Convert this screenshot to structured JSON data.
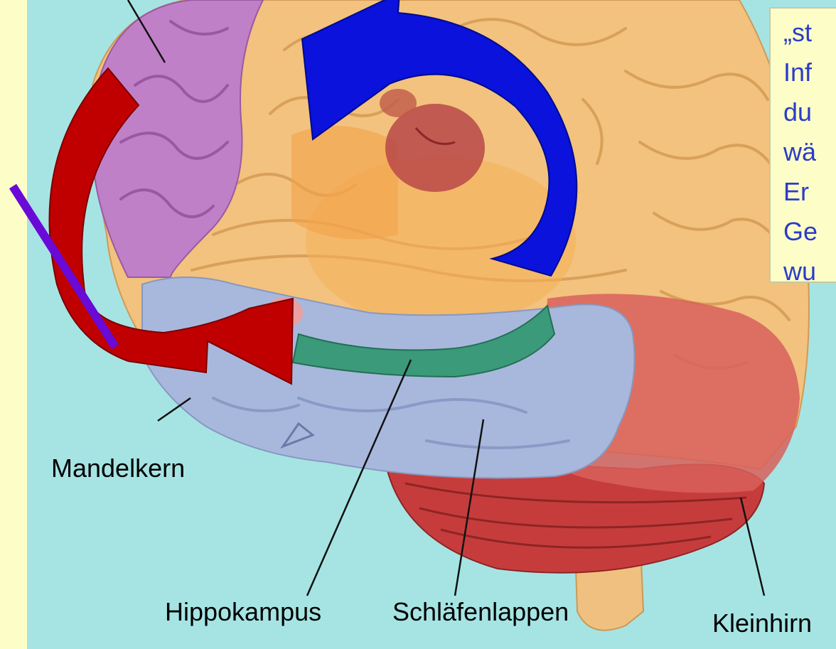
{
  "labels": {
    "mandelkern": "Mandelkern",
    "hippokampus": "Hippokampus",
    "schlaefenlappen": "Schläfenlappen",
    "kleinhirn": "Kleinhirn"
  },
  "callout": {
    "lines": [
      "„st",
      "Inf",
      "du",
      "wä",
      "Er",
      "Ge",
      "wu"
    ]
  },
  "colors": {
    "page_background": "#fdfdc8",
    "diagram_background": "#a6e4e4",
    "frontal_lobe": "#c080c8",
    "brain_cortex": "#f2c27e",
    "temporal_lobe": "#a8b8dc",
    "hippocampus": "#3a9a7a",
    "cerebellum_region": "#d8605c",
    "cerebellum": "#c63c3c",
    "brainstem": "#f0c080",
    "blue_arrow": "#0a12dc",
    "red_arrow": "#c00000",
    "purple_bar": "#6a0ad6",
    "callout_text": "#2a3cc8"
  },
  "icons": {
    "blue_arrow": "curved-arrow-icon",
    "red_arrow": "curved-arrow-icon",
    "block_bar": "crossed-out-bar-icon"
  }
}
